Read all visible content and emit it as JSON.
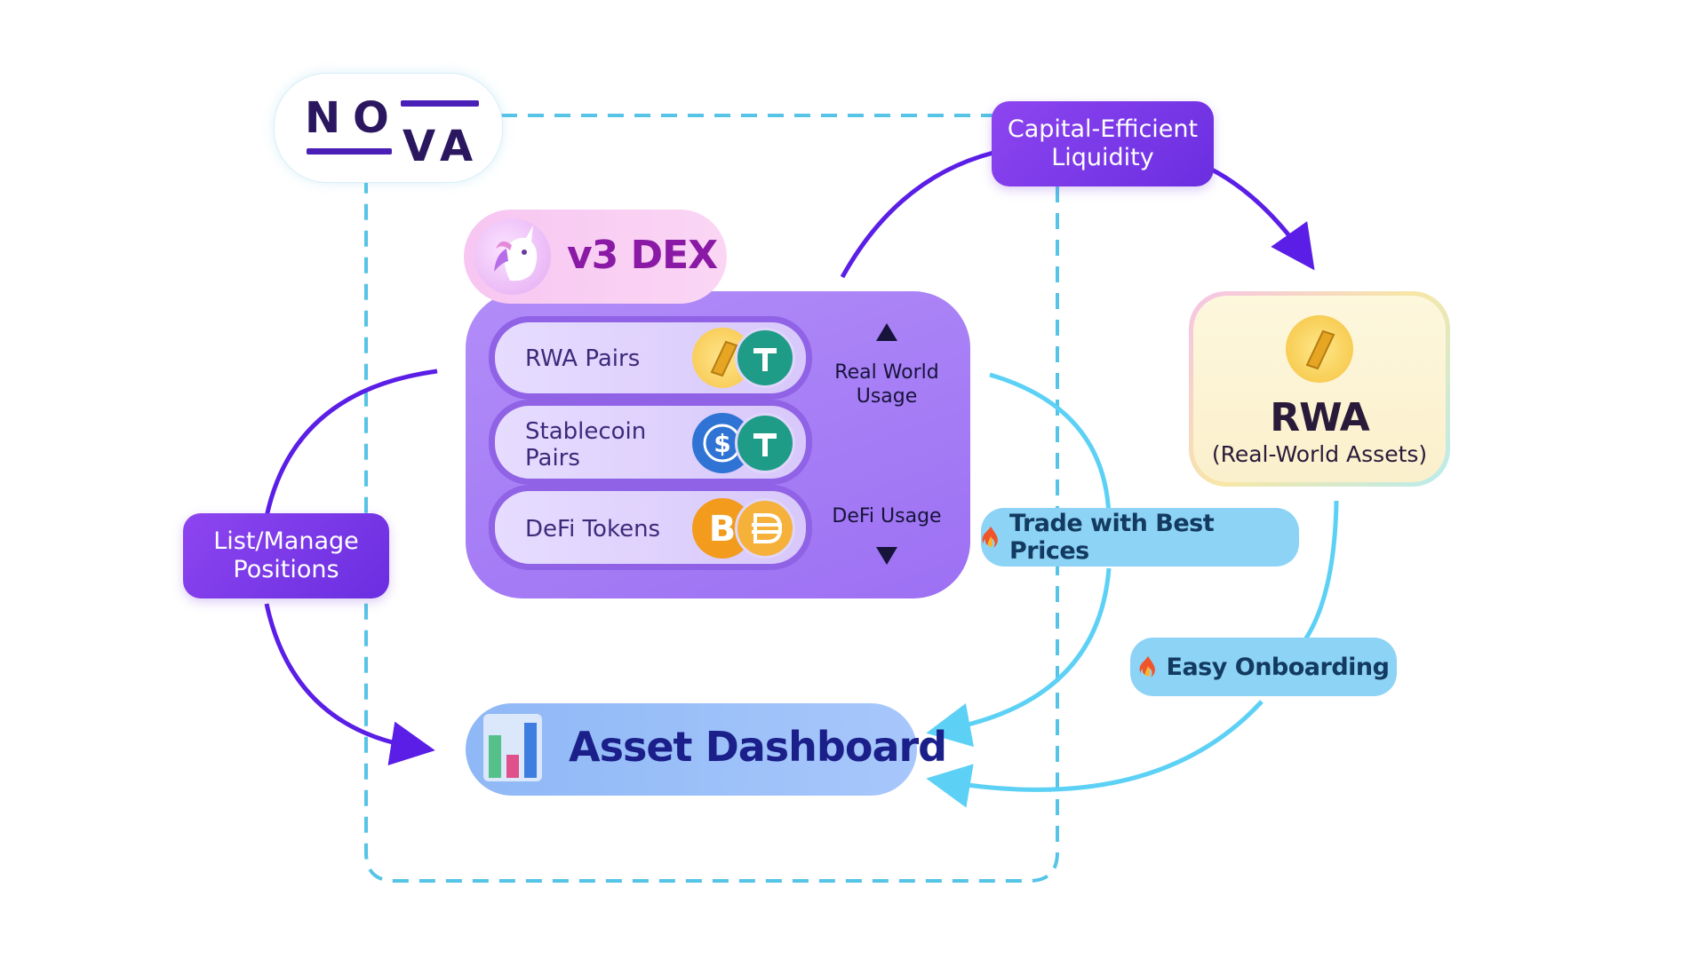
{
  "logo": {
    "letters": [
      "N",
      "O",
      "V",
      "A"
    ]
  },
  "dex": {
    "title": "v3 DEX",
    "rows": [
      {
        "label_lines": [
          "RWA Pairs"
        ],
        "coins": [
          "gold-bar-icon",
          "tether-icon"
        ]
      },
      {
        "label_lines": [
          "Stablecoin",
          "Pairs"
        ],
        "coins": [
          "usdc-icon",
          "tether-icon"
        ]
      },
      {
        "label_lines": [
          "DeFi Tokens"
        ],
        "coins": [
          "bitcoin-icon",
          "dai-icon"
        ]
      }
    ],
    "real_world_usage": [
      "Real World",
      "Usage"
    ],
    "defi_usage": "DeFi Usage"
  },
  "labels": {
    "capital_efficient": [
      "Capital-Efficient",
      "Liquidity"
    ],
    "list_manage": [
      "List/Manage",
      "Positions"
    ],
    "trade_best_prices": "Trade with Best Prices",
    "easy_onboarding": "Easy Onboarding"
  },
  "rwa": {
    "title": "RWA",
    "subtitle": "(Real-World Assets)"
  },
  "asset_dashboard": {
    "title": "Asset Dashboard"
  },
  "colors": {
    "purple_arrow": "#5a1ee6",
    "blue_arrow": "#5cd1f5",
    "dashed_border": "#56c4e6",
    "purple_pill": "#7e3cec",
    "blue_pill": "#8dd3f6"
  }
}
